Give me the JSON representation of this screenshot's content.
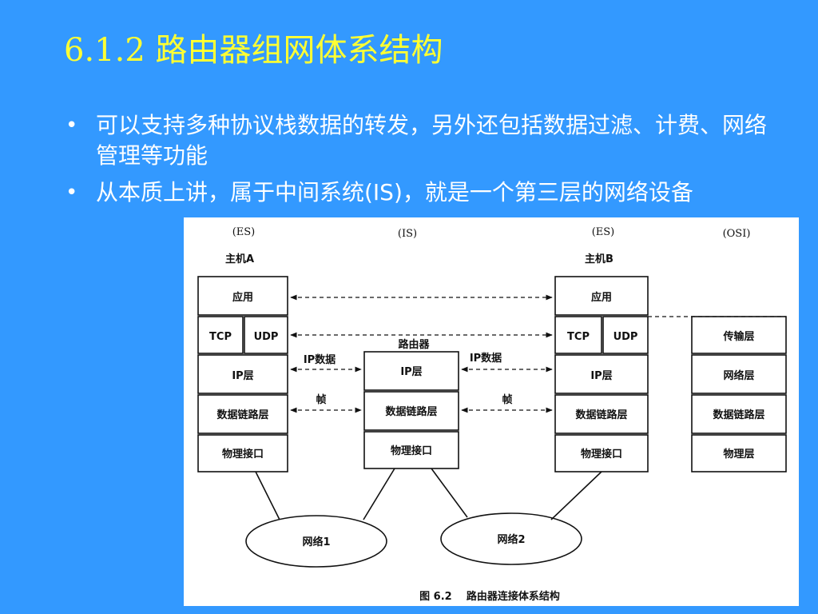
{
  "title": "6.1.2 路由器组网体系结构",
  "bullets": [
    {
      "text": "可以支持多种协议栈数据的转发，另外还包括数据过滤、计费、网络管理等功能"
    },
    {
      "text": "从本质上讲，属于中间系统(IS)，就是一个第三层的网络设备"
    }
  ],
  "diagram": {
    "col_labels": {
      "es_left": "(ES)",
      "is": "(IS)",
      "es_right": "(ES)",
      "osi": "(OSI)"
    },
    "host_a": {
      "name": "主机A",
      "app": "应用",
      "tcp": "TCP",
      "udp": "UDP",
      "ip": "IP层",
      "link": "数据链路层",
      "phys": "物理接口"
    },
    "router": {
      "name": "路由器",
      "ip": "IP层",
      "link": "数据链路层",
      "phys": "物理接口"
    },
    "host_b": {
      "name": "主机B",
      "app": "应用",
      "tcp": "TCP",
      "udp": "UDP",
      "ip": "IP层",
      "link": "数据链路层",
      "phys": "物理接口"
    },
    "osi": {
      "transport": "传输层",
      "network": "网络层",
      "link": "数据链路层",
      "phys": "物理层"
    },
    "arrows": {
      "ip_left": "IP数据",
      "ip_right": "IP数据",
      "frame_left": "帧",
      "frame_right": "帧"
    },
    "networks": {
      "n1": "网络1",
      "n2": "网络2"
    },
    "caption": "图 6.2    路由器连接体系结构"
  }
}
